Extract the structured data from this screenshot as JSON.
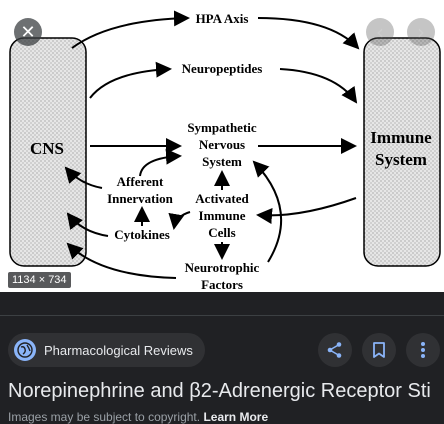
{
  "preview": {
    "dimensions": "1134 × 734",
    "close_icon": "close-icon",
    "prev_icon": "chevron-left-icon",
    "next_icon": "chevron-right-icon",
    "diagram": {
      "cns": "CNS",
      "immune_line1": "Immune",
      "immune_line2": "System",
      "hpa": "HPA Axis",
      "neuropeptides": "Neuropeptides",
      "sympathetic_line1": "Sympathetic",
      "sympathetic_line2": "Nervous",
      "sympathetic_line3": "System",
      "afferent_line1": "Afferent",
      "afferent_line2": "Innervation",
      "activated_line1": "Activated",
      "activated_line2": "Immune",
      "activated_line3": "Cells",
      "cytokines": "Cytokines",
      "neurotrophic_line1": "Neurotrophic",
      "neurotrophic_line2": "Factors"
    }
  },
  "source": {
    "name": "Pharmacological Reviews",
    "icon": "globe-icon"
  },
  "actions": {
    "share_icon": "share-icon",
    "save_icon": "bookmark-icon",
    "more_icon": "more-vert-icon"
  },
  "result": {
    "title": "Norepinephrine and β2-Adrenergic Receptor Sti",
    "copyright": "Images may be subject to copyright.",
    "learn_more": "Learn More"
  },
  "colors": {
    "background": "#202124",
    "chip": "#303134",
    "text": "#e8eaed",
    "muted": "#9aa0a6"
  }
}
